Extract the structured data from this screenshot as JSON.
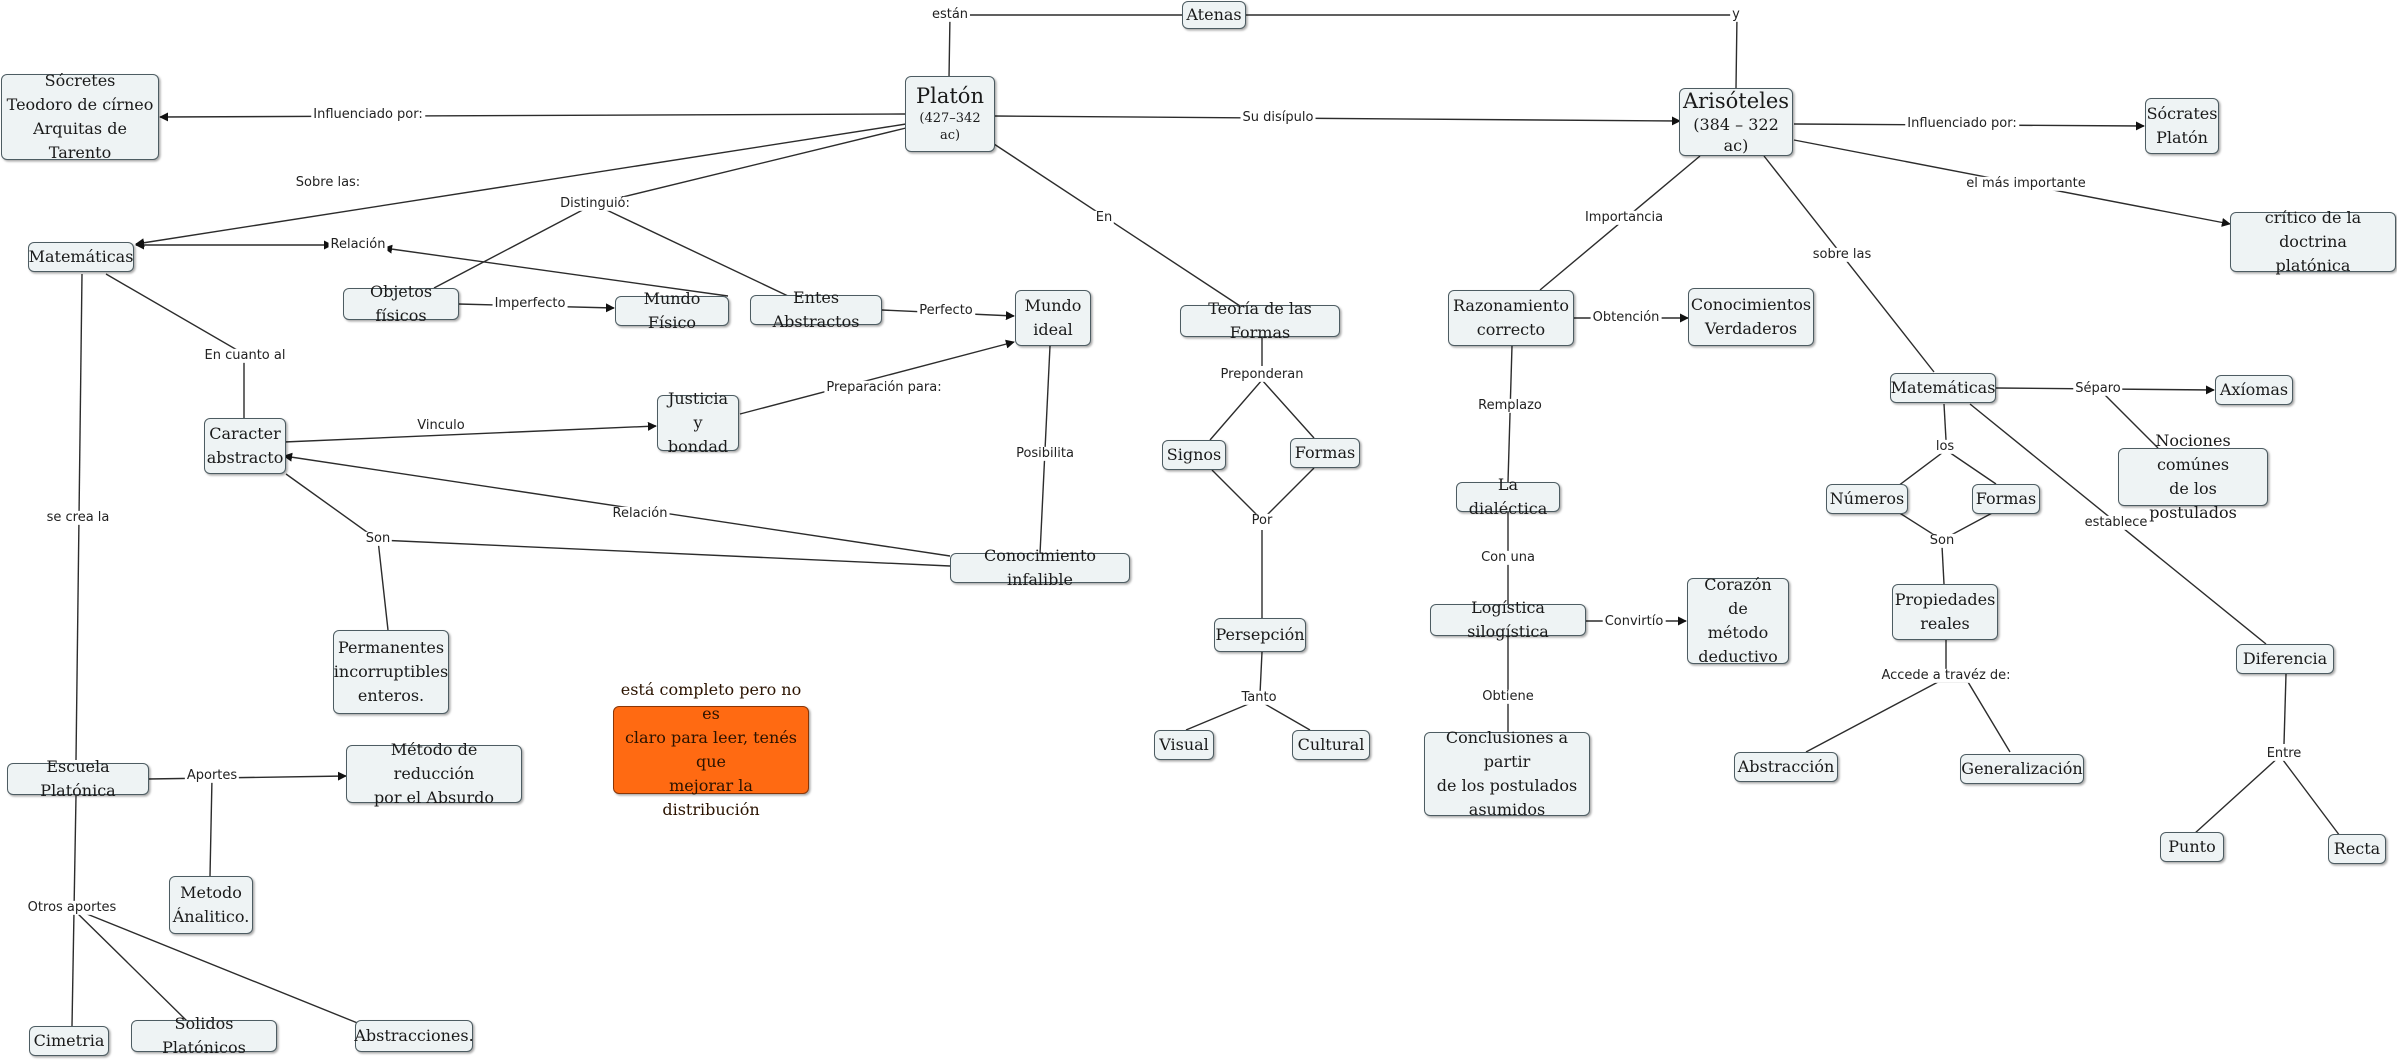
{
  "nodes": {
    "atenas": "Atenas",
    "platon": {
      "name": "Platón",
      "dates": "(427–342 ac)"
    },
    "aristoteles": {
      "name": "Arisóteles",
      "dates": "(384 – 322 ac)"
    },
    "socrates_left": "Sócretes\nTeodoro de círneo\nArquitas de Tarento",
    "socrates_right": "Sócrates\nPlatón",
    "critico": "crítico de la doctrina\nplatónica",
    "matematicas_left": "Matemáticas",
    "objetos_fisicos": "Objetos físicos",
    "mundo_fisico": "Mundo Físico",
    "entes_abstractos": "Entes Abstractos",
    "mundo_ideal": "Mundo\nideal",
    "teoria_formas": "Teoría de las Formas",
    "razonamiento": "Razonamiento\ncorrecto",
    "conocimientos_verdaderos": "Conocimientos\nVerdaderos",
    "matematicas_right": "Matemáticas",
    "axiomas": "Axíomas",
    "nociones": "Nociones comúnes\nde los postulados",
    "caracter": "Caracter\nabstracto",
    "justicia": "Justicia y\nbondad",
    "signos": "Signos",
    "formas_mid": "Formas",
    "dialectica": "La dialéctica",
    "numeros": "Números",
    "formas_right": "Formas",
    "conocimiento_infalible": "Conocimiento infalible",
    "persepcion": "Persepción",
    "logistica": "Logística silogística",
    "corazon": "Corazón de\nmétodo\ndeductivo",
    "propiedades": "Propiedades\nreales",
    "diferencia": "Diferencia",
    "permanentes": "Permanentes\nincorruptibles\nenteros.",
    "nota": "está completo pero no es\nclaro para leer, tenés que\nmejorar la distribución",
    "visual": "Visual",
    "cultural": "Cultural",
    "conclusiones": "Conclusiones a partir\nde los postulados\nasumidos",
    "abstraccion": "Abstracción",
    "generalizacion": "Generalización",
    "escuela": "Escuela Platónica",
    "metodo_reduccion": "Método de reducción\npor el Absurdo",
    "metodo_analitico": "Metodo\nÁnalitico.",
    "punto": "Punto",
    "recta": "Recta",
    "cimetria": "Cimetria",
    "solidos": "Solidos Platónicos",
    "abstracciones": "Abstracciones."
  },
  "links": {
    "estan": "están",
    "y": "y",
    "influenciado_left": "Influenciado por:",
    "su_discipulo": "Su disípulo",
    "influenciado_right": "Influenciado por:",
    "sobre_las": "Sobre las:",
    "distinguio": "Distinguió:",
    "relacion_top": "Relación",
    "en": "En",
    "importancia": "Importancia",
    "el_mas_importante": "el más importante",
    "sobre_las_right": "sobre las",
    "imperfecto": "Imperfecto",
    "perfecto": "Perfecto",
    "obtencion": "Obtención",
    "en_cuanto_al": "En cuanto al",
    "preponderan": "Preponderan",
    "separo": "Séparo",
    "remplazo": "Remplazo",
    "vinculo": "Vinculo",
    "preparacion": "Preparación para:",
    "los": "los",
    "posibilita": "Posibilita",
    "relacion_mid": "Relación",
    "se_crea_la": "se crea la",
    "por": "Por",
    "son_left": "Son",
    "son_right": "Son",
    "establece": "establece",
    "con_una": "Con una",
    "convirtio": "Convirtío",
    "accede": "Accede a travéz de:",
    "obtiene": "Obtiene",
    "tanto": "Tanto",
    "aportes": "Aportes",
    "entre": "Entre",
    "otros_aportes": "Otros aportes"
  }
}
